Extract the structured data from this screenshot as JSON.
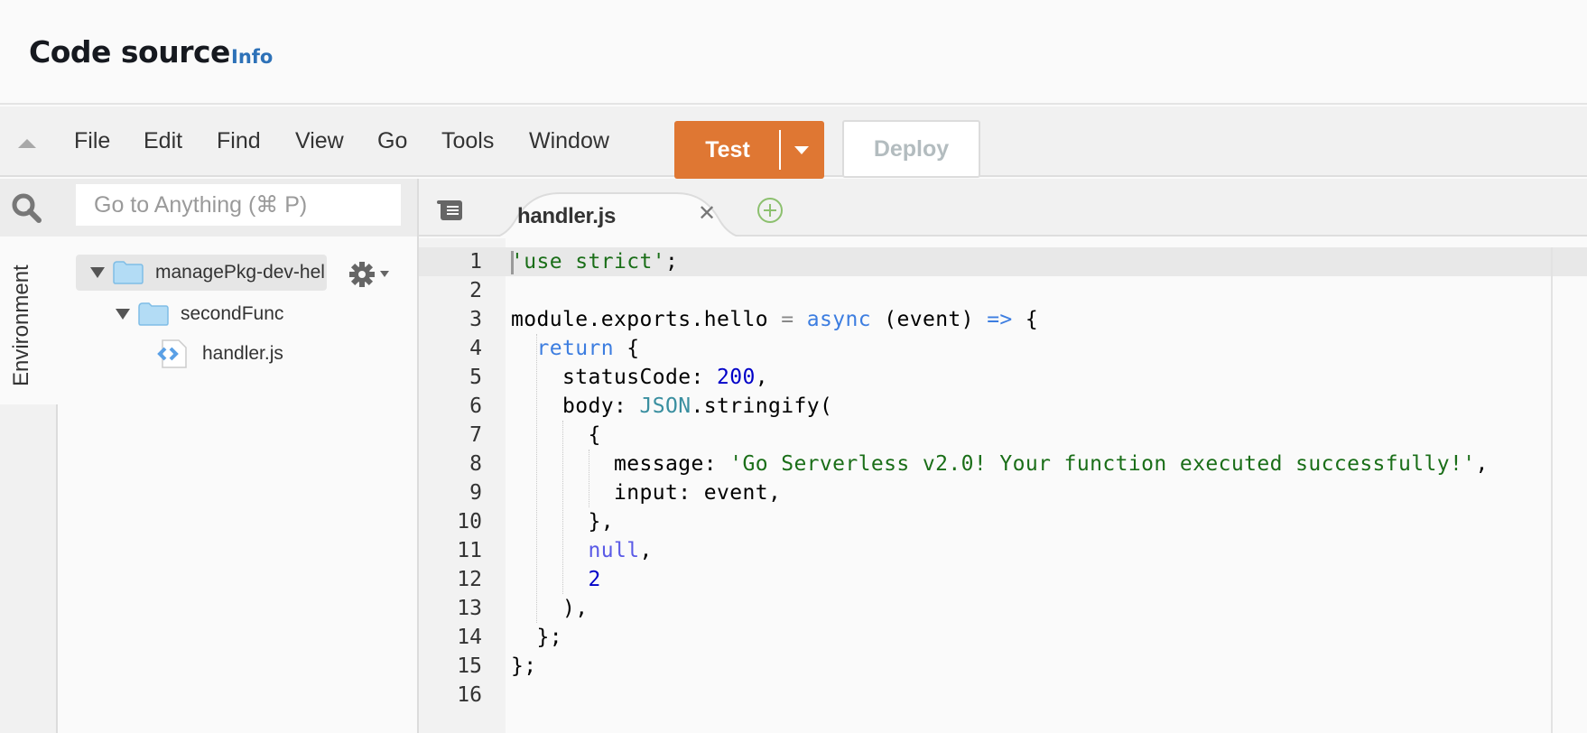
{
  "header": {
    "title": "Code source",
    "info_link": "Info"
  },
  "menubar": {
    "items": [
      "File",
      "Edit",
      "Find",
      "View",
      "Go",
      "Tools",
      "Window"
    ],
    "test_button": "Test",
    "deploy_button": "Deploy",
    "colors": {
      "test": "#df7733",
      "deploy_text": "#b3bcbf"
    }
  },
  "sidebar": {
    "search_placeholder": "Go to Anything (⌘ P)",
    "environment_tab": "Environment",
    "tree": [
      {
        "label": "managePkg-dev-hel",
        "type": "folder",
        "depth": 0,
        "expanded": true,
        "selected": true
      },
      {
        "label": "secondFunc",
        "type": "folder",
        "depth": 1,
        "expanded": true
      },
      {
        "label": "handler.js",
        "type": "file",
        "depth": 2
      }
    ]
  },
  "editor": {
    "tabs": [
      {
        "label": "handler.js",
        "active": true
      }
    ],
    "active_line": 1,
    "line_numbers": [
      "1",
      "2",
      "3",
      "4",
      "5",
      "6",
      "7",
      "8",
      "9",
      "10",
      "11",
      "12",
      "13",
      "14",
      "15",
      "16"
    ],
    "lines": [
      {
        "n": 1,
        "tokens": [
          [
            "str",
            "'use strict'"
          ],
          [
            "",
            "';'"
          ]
        ]
      },
      {
        "n": 2,
        "tokens": []
      },
      {
        "n": 3,
        "tokens": [
          [
            "",
            "module.exports.hello "
          ],
          [
            "op",
            "="
          ],
          [
            "",
            " "
          ],
          [
            "kw",
            "async"
          ],
          [
            "",
            " (event) "
          ],
          [
            "kw",
            "=>"
          ],
          [
            "",
            " {"
          ]
        ]
      },
      {
        "n": 4,
        "tokens": [
          [
            "",
            "  "
          ],
          [
            "kw",
            "return"
          ],
          [
            "",
            " {"
          ]
        ]
      },
      {
        "n": 5,
        "tokens": [
          [
            "",
            "    statusCode: "
          ],
          [
            "num",
            "200"
          ],
          [
            "",
            ","
          ]
        ]
      },
      {
        "n": 6,
        "tokens": [
          [
            "",
            "    body: "
          ],
          [
            "sup",
            "JSON"
          ],
          [
            "",
            ".stringify("
          ]
        ]
      },
      {
        "n": 7,
        "tokens": [
          [
            "",
            "      {"
          ]
        ]
      },
      {
        "n": 8,
        "tokens": [
          [
            "",
            "        message: "
          ],
          [
            "str",
            "'Go Serverless v2.0! Your function executed successfully!'"
          ],
          [
            "",
            ","
          ]
        ]
      },
      {
        "n": 9,
        "tokens": [
          [
            "",
            "        input: event,"
          ]
        ]
      },
      {
        "n": 10,
        "tokens": [
          [
            "",
            "      },"
          ]
        ]
      },
      {
        "n": 11,
        "tokens": [
          [
            "",
            "      "
          ],
          [
            "null",
            "null"
          ],
          [
            "",
            ","
          ]
        ]
      },
      {
        "n": 12,
        "tokens": [
          [
            "",
            "      "
          ],
          [
            "num",
            "2"
          ]
        ]
      },
      {
        "n": 13,
        "tokens": [
          [
            "",
            "    ),"
          ]
        ]
      },
      {
        "n": 14,
        "tokens": [
          [
            "",
            "  };"
          ]
        ]
      },
      {
        "n": 15,
        "tokens": [
          [
            "",
            "};"
          ]
        ]
      },
      {
        "n": 16,
        "tokens": []
      }
    ]
  }
}
